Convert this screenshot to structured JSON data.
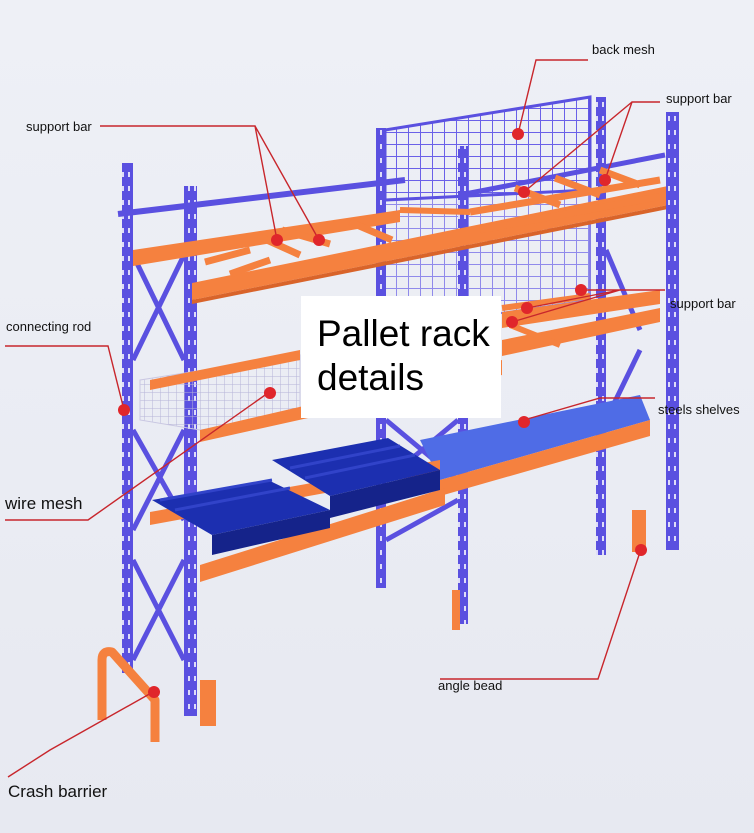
{
  "title": {
    "line1": "Pallet rack",
    "line2": "details"
  },
  "labels": {
    "back_mesh": "back mesh",
    "support_bar_left": "support bar",
    "support_bar_right_top": "support bar",
    "support_bar_right_mid": "support bar",
    "connecting_rod": "connecting rod",
    "steels_shelves": "steels shelves",
    "wire_mesh": "wire mesh",
    "angle_bead": "angle bead",
    "crash_barrier": "Crash barrier"
  },
  "colors": {
    "upright": "#5a50e0",
    "beam": "#f5813f",
    "beam_dark": "#d9642a",
    "pallet": "#1c2fb0",
    "shelf": "#4f6ce6",
    "mesh": "#6a60e8",
    "leader_line": "#c8262c",
    "marker": "#e0262b"
  }
}
